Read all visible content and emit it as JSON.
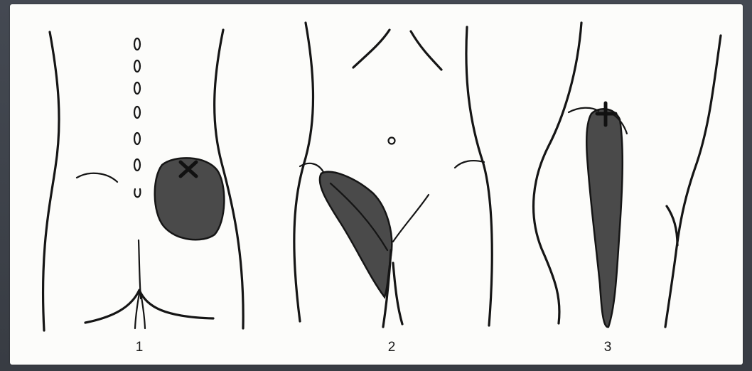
{
  "figure": {
    "panels": [
      {
        "id": "panel-1",
        "label": "1"
      },
      {
        "id": "panel-2",
        "label": "2"
      },
      {
        "id": "panel-3",
        "label": "3"
      }
    ],
    "colors": {
      "frame": "#3c4047",
      "paper": "#fcfcfa",
      "ink": "#151515",
      "shaded_region": "#4a4a4a"
    }
  }
}
